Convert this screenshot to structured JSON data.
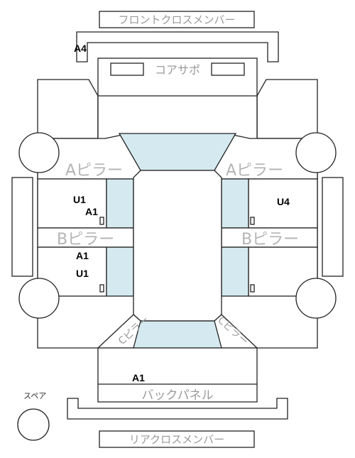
{
  "labels": {
    "front_cross_member": "フロントクロスメンバー",
    "core_support": "コアサポ",
    "a_pillar": "Aピラー",
    "b_pillar": "Bピラー",
    "c_pillar": "Cピラー",
    "back_panel": "バックパネル",
    "rear_cross_member": "リアクロスメンバー",
    "spare": "スペア"
  },
  "marks": {
    "front_left": "A4",
    "left_front_upper": "U1",
    "left_front_lower": "A1",
    "right_front": "U4",
    "left_rear_upper": "A1",
    "left_rear_lower": "U1",
    "back": "A1"
  },
  "colors": {
    "glass": "#d4eaf0",
    "outline": "#222222",
    "label_text": "#9a9a9a"
  }
}
